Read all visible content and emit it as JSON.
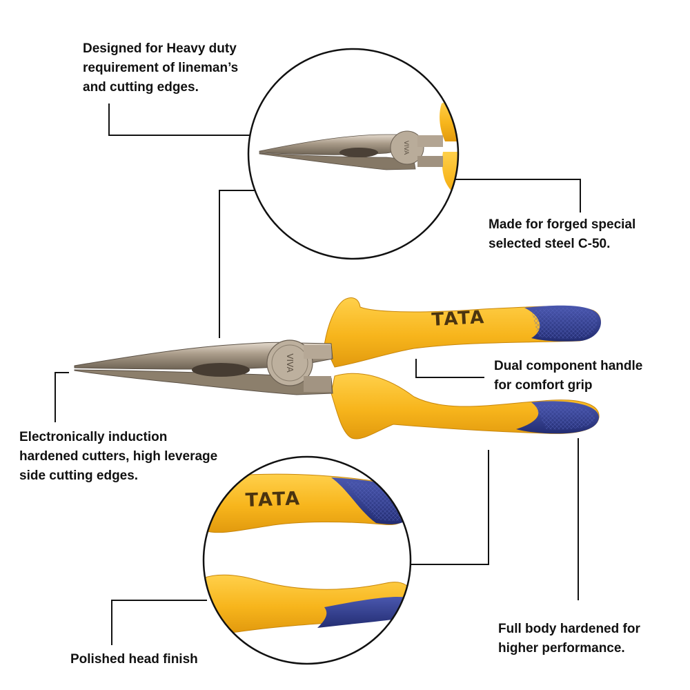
{
  "product": {
    "brand": "TATA",
    "jaw_stamp": "VIVA"
  },
  "features": [
    {
      "lines": [
        "Designed for Heavy duty",
        "requirement of lineman’s",
        "and cutting edges."
      ]
    },
    {
      "lines": [
        "Made for forged special",
        "selected steel C-50."
      ]
    },
    {
      "lines": [
        "Dual component handle",
        "for comfort grip"
      ]
    },
    {
      "lines": [
        "Electronically induction",
        "hardened cutters, high leverage",
        "side cutting edges."
      ]
    },
    {
      "lines": [
        "Polished head finish"
      ]
    },
    {
      "lines": [
        "Full body hardened for",
        "higher performance."
      ]
    }
  ],
  "colors": {
    "handle_yellow": "#F7B51C",
    "handle_shade": "#D9950C",
    "grip_blue": "#2E3A8C",
    "steel": "#8A7D6E",
    "steel_light": "#C9BDAE",
    "line": "#111111"
  }
}
